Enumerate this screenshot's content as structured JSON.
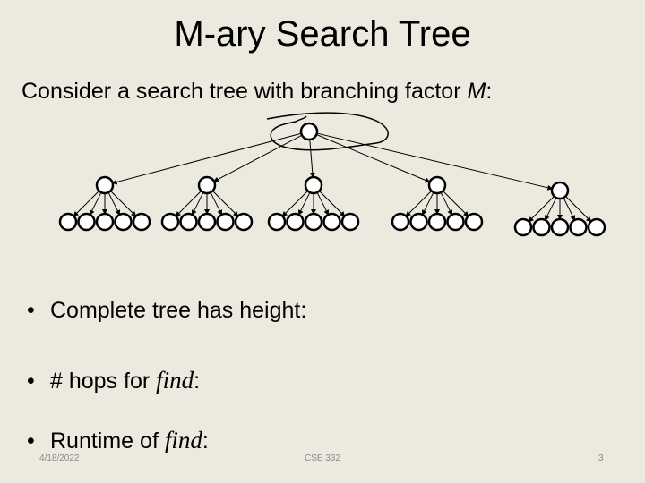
{
  "slide": {
    "title": "M-ary Search Tree",
    "intro": {
      "text": "Consider a search tree with branching factor ",
      "var": "M",
      "suffix": ":"
    },
    "bullets": [
      {
        "text": "Complete tree has height:",
        "em": "",
        "suffix": ""
      },
      {
        "text": "# hops for ",
        "em": "find",
        "suffix": ":"
      },
      {
        "text": "Runtime of ",
        "em": "find",
        "suffix": ":"
      }
    ],
    "bullet_symbol": "•"
  },
  "footer": {
    "date": "4/18/2022",
    "course": "CSE 332",
    "page": "3"
  },
  "colors": {
    "background": "#ECEADF",
    "ink": "#000000",
    "footer": "#8a8a8a"
  }
}
